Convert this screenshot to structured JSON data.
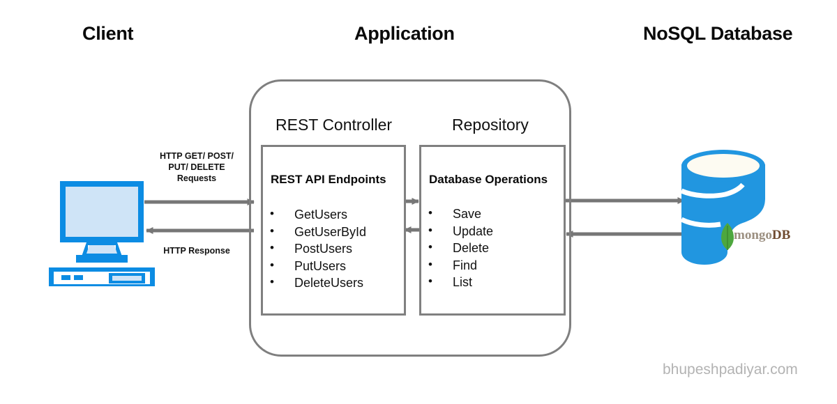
{
  "columns": {
    "client": "Client",
    "application": "Application",
    "database": "NoSQL Database"
  },
  "application": {
    "sections": [
      {
        "title": "REST Controller",
        "box_heading": "REST API Endpoints",
        "items": [
          "GetUsers",
          "GetUserById",
          "PostUsers",
          "PutUsers",
          "DeleteUsers"
        ]
      },
      {
        "title": "Repository",
        "box_heading": "Database Operations",
        "items": [
          "Save",
          "Update",
          "Delete",
          "Find",
          "List"
        ]
      }
    ]
  },
  "edges": {
    "request_label": "HTTP GET/ POST/\nPUT/ DELETE\nRequests",
    "request_label_line1": "HTTP GET/ POST/",
    "request_label_line2": "PUT/ DELETE",
    "request_label_line3": "Requests",
    "response_label": "HTTP Response"
  },
  "database": {
    "logo_text_primary": "mongo",
    "logo_text_secondary": "DB"
  },
  "watermark": "bhupeshpadiyar.com",
  "colors": {
    "client_blue": "#0C8CE3",
    "client_screen": "#CFE4F7",
    "db_blue": "#2196E0",
    "db_top_fill": "#FDFBF2",
    "leaf_green": "#4DA73E",
    "stroke_gray": "#7F7F7F",
    "arrow_gray": "#767676",
    "watermark_gray": "#B3B3B3"
  }
}
